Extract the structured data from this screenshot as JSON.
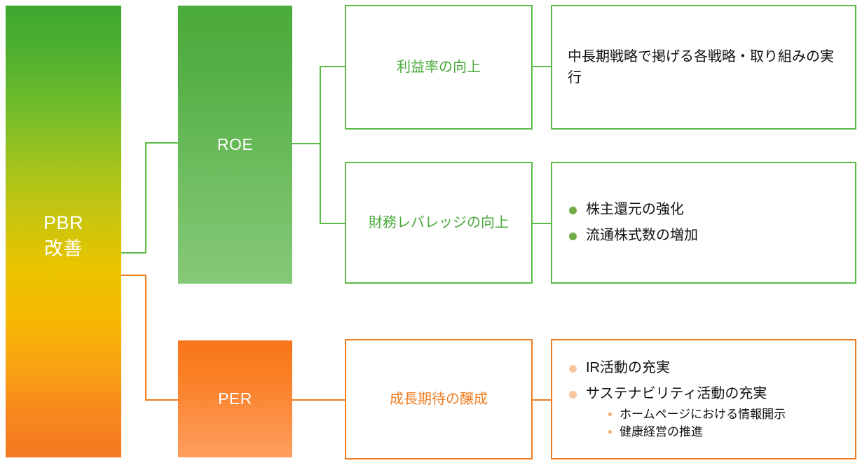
{
  "diagram": {
    "root": {
      "label": "PBR\n改善",
      "color": "#3fa72f"
    },
    "branches": [
      {
        "metric": "ROE",
        "accent": "#5cbb46",
        "drivers": [
          {
            "label": "利益率の向上",
            "detail": {
              "type": "paragraph",
              "text": "中長期戦略で掲げる各戦略・取り組みの実行"
            }
          },
          {
            "label": "財務レバレッジの向上",
            "detail": {
              "type": "bullets",
              "items": [
                {
                  "text": "株主還元の強化"
                },
                {
                  "text": "流通株式数の増加"
                }
              ]
            }
          }
        ]
      },
      {
        "metric": "PER",
        "accent": "#ef7d22",
        "drivers": [
          {
            "label": "成長期待の醸成",
            "detail": {
              "type": "bullets",
              "items": [
                {
                  "text": "IR活動の充実"
                },
                {
                  "text": "サステナビリティ活動の充実",
                  "subitems": [
                    "ホームページにおける情報開示",
                    "健康経営の推進"
                  ]
                }
              ]
            }
          }
        ]
      }
    ]
  },
  "colors": {
    "green": "#5cbb46",
    "green_text": "#4aa93a",
    "orange": "#ef7d22",
    "green_bullet": "#70ad47",
    "orange_bullet": "#fac6a0",
    "orange_subbullet": "#f6a96a",
    "body_text": "#101010"
  }
}
